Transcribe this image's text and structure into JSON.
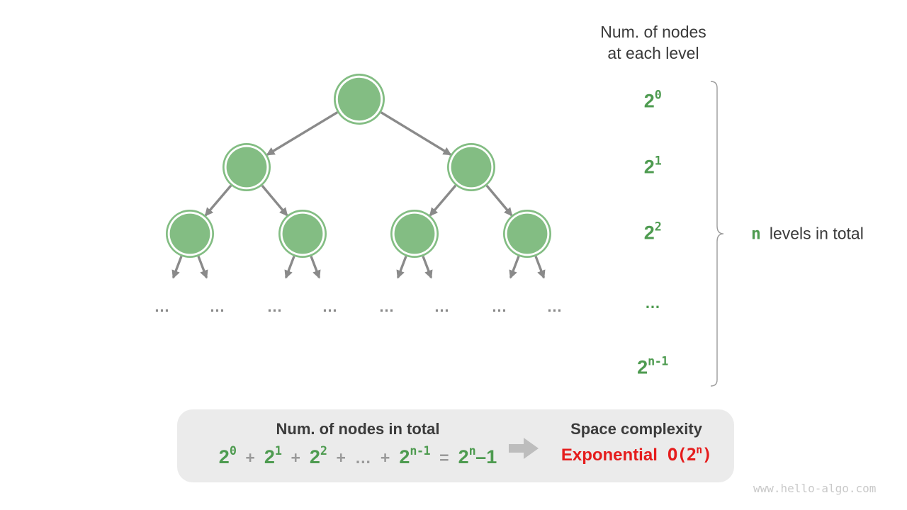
{
  "header": {
    "line1": "Num. of nodes",
    "line2": "at each level"
  },
  "levels": [
    {
      "base": "2",
      "sup": "0"
    },
    {
      "base": "2",
      "sup": "1"
    },
    {
      "base": "2",
      "sup": "2"
    },
    {
      "base": "…",
      "sup": ""
    },
    {
      "base": "2",
      "sup": "n-1"
    }
  ],
  "brace_label": {
    "n": "n",
    "text": "levels in total"
  },
  "tree": {
    "nodes_per_level_shown": [
      1,
      2,
      4
    ],
    "ellipsis": "…",
    "ellipsis_count": 8
  },
  "summary": {
    "left_title": "Num. of nodes in total",
    "formula": [
      {
        "base": "2",
        "sup": "0"
      },
      {
        "text": "+"
      },
      {
        "base": "2",
        "sup": "1"
      },
      {
        "text": "+"
      },
      {
        "base": "2",
        "sup": "2"
      },
      {
        "text": "+"
      },
      {
        "text": "…"
      },
      {
        "text": "+"
      },
      {
        "base": "2",
        "sup": "n-1"
      },
      {
        "text": "="
      },
      {
        "base": "2",
        "sup": "n",
        "tail": "–1"
      }
    ],
    "right_title": "Space complexity",
    "result_label": "Exponential",
    "big_o": {
      "pre": "O(2",
      "sup": "n",
      "post": ")"
    }
  },
  "watermark": "www.hello-algo.com",
  "colors": {
    "green_text": "#4e9b50",
    "node_green": "#83bd83",
    "red": "#e51d1d",
    "dark_text": "#3a3a3a",
    "edge_gray": "#8a8a8a",
    "box_bg": "#ebebeb",
    "block_arrow_gray": "#bdbdbd",
    "watermark_gray": "#c9c9c9",
    "brace_gray": "#9b9b9b"
  }
}
